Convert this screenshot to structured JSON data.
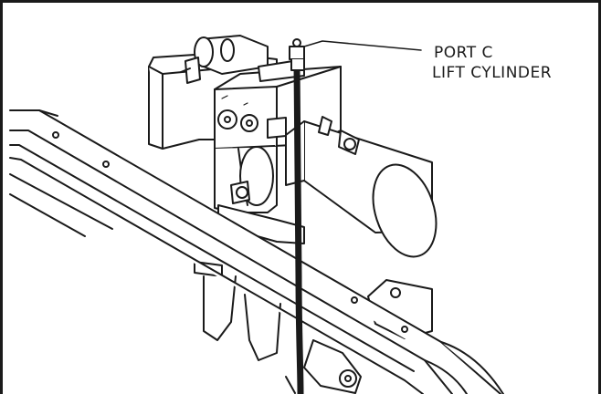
{
  "callout": {
    "line1": "PORT C",
    "line2": "LIFT CYLINDER"
  },
  "drawing": {
    "parts": [
      "hydraulic-pump-motor",
      "valve-manifold-block",
      "fitting-port-c",
      "hydraulic-hose",
      "reservoir-cylinder",
      "frame-rail",
      "mounting-bracket",
      "leader-line"
    ],
    "stroke_color": "#1a1a1a",
    "fill_color": "#ffffff"
  }
}
